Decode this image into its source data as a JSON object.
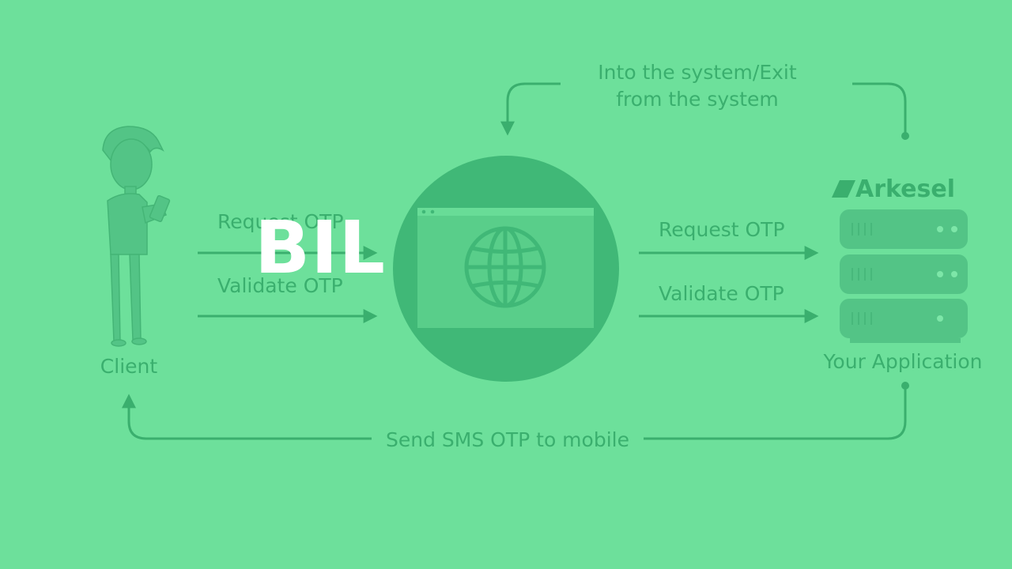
{
  "colors": {
    "background": "#6de09b",
    "accent": "#3aaf6e",
    "circle": "#40b877",
    "overlay_text": "#ffffff"
  },
  "nodes": {
    "client": "Client",
    "application": "Your Application",
    "brand": "Arkesel"
  },
  "edges": {
    "client_request": "Request OTP",
    "client_validate": "Validate OTP",
    "server_request": "Request OTP",
    "server_validate": "Validate OTP",
    "system_line1": "Into the system/Exit",
    "system_line2": "from the system",
    "sms": "Send SMS OTP to mobile"
  },
  "icons": {
    "client": "person-with-phone-icon",
    "website": "browser-globe-icon",
    "server": "server-rack-icon"
  },
  "overlay": {
    "text": "BIL"
  }
}
